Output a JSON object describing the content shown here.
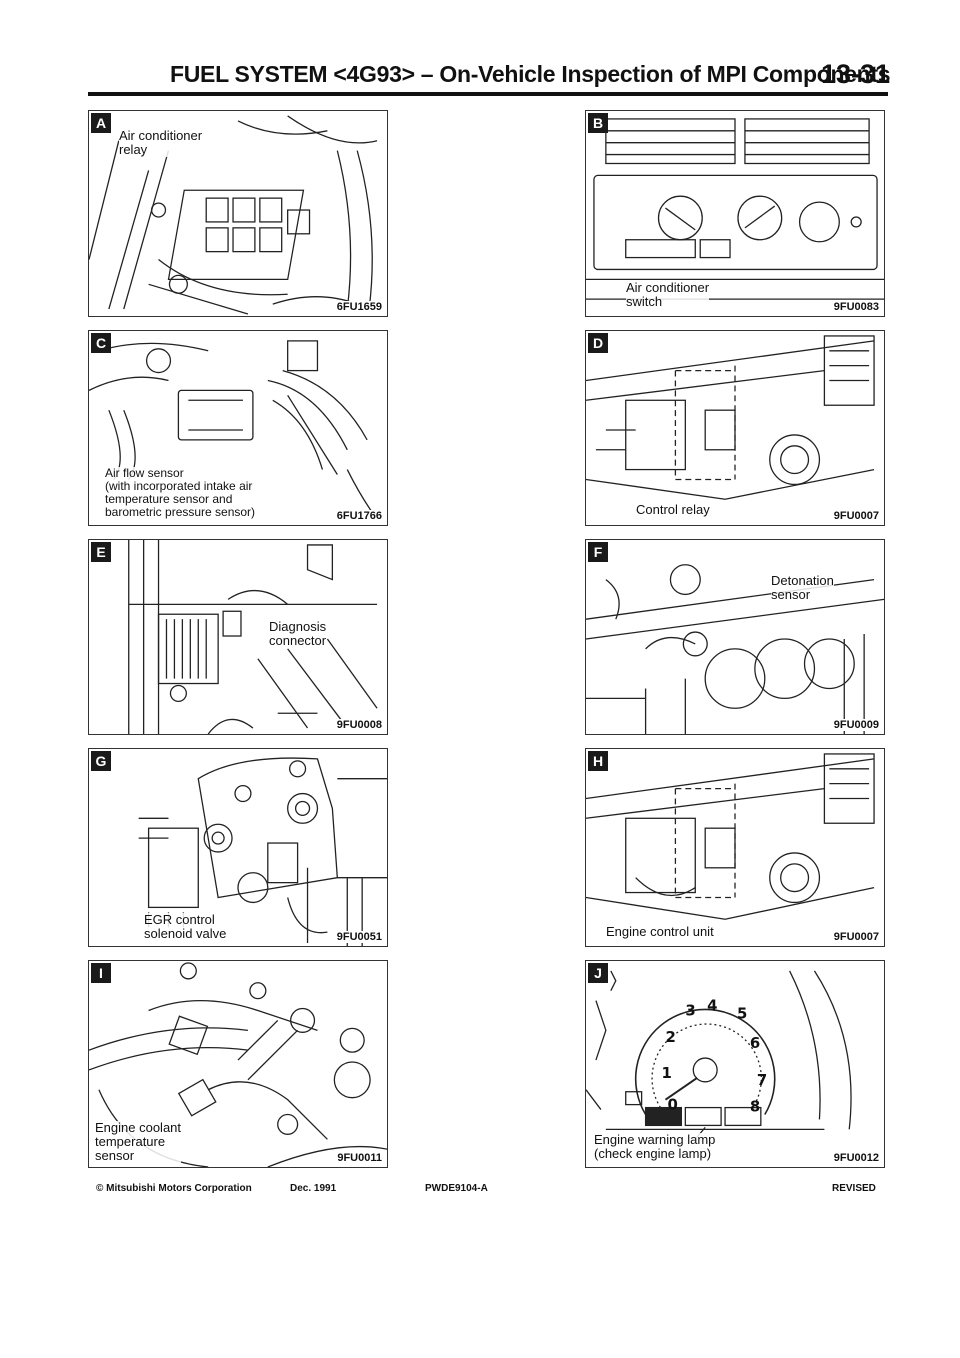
{
  "header": {
    "title": "FUEL SYSTEM <4G93> – On-Vehicle Inspection of MPI Components",
    "page_number": "13-31"
  },
  "panels": [
    {
      "id": "A",
      "caption": [
        "Air conditioner",
        "relay"
      ],
      "code": "6FU1659"
    },
    {
      "id": "B",
      "caption": [
        "Air conditioner",
        "switch"
      ],
      "code": "9FU0083"
    },
    {
      "id": "C",
      "caption": [
        "Air flow sensor",
        "(with incorporated intake air",
        "temperature sensor and",
        "barometric pressure sensor)"
      ],
      "code": "6FU1766"
    },
    {
      "id": "D",
      "caption": [
        "Control relay"
      ],
      "code": "9FU0007"
    },
    {
      "id": "E",
      "caption": [
        "Diagnosis",
        "connector"
      ],
      "code": "9FU0008"
    },
    {
      "id": "F",
      "caption": [
        "Detonation",
        "sensor"
      ],
      "code": "9FU0009"
    },
    {
      "id": "G",
      "caption": [
        "EGR control",
        "solenoid valve"
      ],
      "code": "9FU0051"
    },
    {
      "id": "H",
      "caption": [
        "Engine control unit"
      ],
      "code": "9FU0007"
    },
    {
      "id": "I",
      "caption": [
        "Engine coolant",
        "temperature",
        "sensor"
      ],
      "code": "9FU0011"
    },
    {
      "id": "J",
      "caption": [
        "Engine warning lamp",
        "(check engine lamp)"
      ],
      "code": "9FU0012"
    }
  ],
  "footer": {
    "copyright": "© Mitsubishi Motors Corporation",
    "date": "Dec. 1991",
    "doc_code": "PWDE9104-A",
    "status": "REVISED"
  }
}
